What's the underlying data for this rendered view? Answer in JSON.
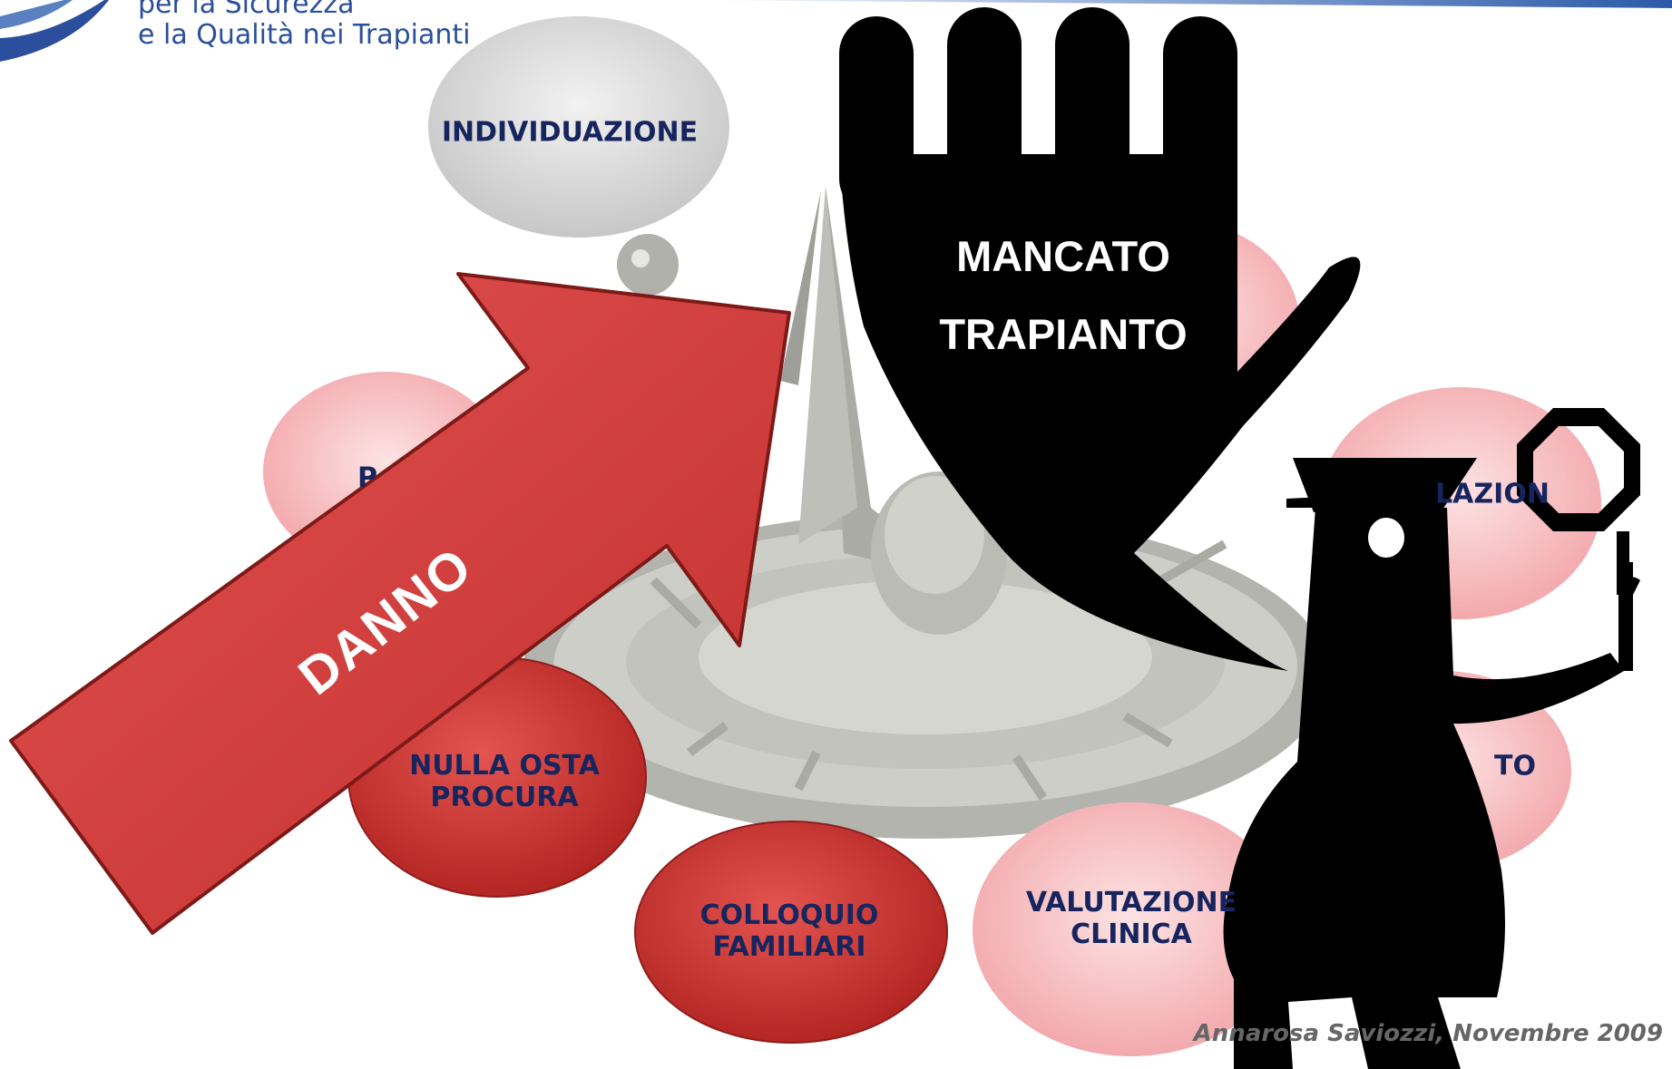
{
  "header": {
    "org_line_1": "per la  Sicurezza",
    "org_line_2": "e la Qualità nei Trapianti"
  },
  "nodes": {
    "individuazione": "INDIVIDUAZIONE",
    "nulla_osta_line_1": "NULLA OSTA",
    "nulla_osta_line_2": "PROCURA",
    "colloquio_line_1": "COLLOQUIO",
    "colloquio_line_2": "FAMILIARI",
    "valutazione_line_1": "VALUTAZIONE",
    "valutazione_line_2": "CLINICA",
    "partial_left": "P",
    "partial_right_upper": "LAZION",
    "partial_right_lower": "TO"
  },
  "stop_hand": {
    "line_1": "MANCATO",
    "line_2": "TRAPIANTO"
  },
  "arrow_label": "DANNO",
  "credit": "Annarosa Saviozzi, Novembre 2009",
  "colors": {
    "header_blue": "#2b4f9c",
    "node_text": "#17255f",
    "red_node": "#c8302c",
    "pink_node": "#f5b5b8",
    "grey_node": "#d9d9d9",
    "arrow_red": "#d4403e",
    "silhouette": "#000000"
  }
}
